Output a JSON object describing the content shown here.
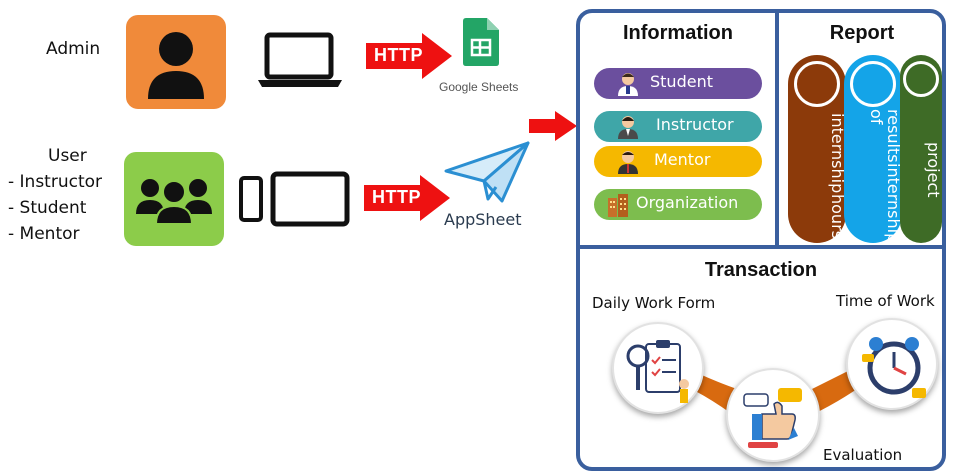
{
  "admin": {
    "label": "Admin"
  },
  "user": {
    "lines": [
      "User",
      "- Instructor",
      "- Student",
      "- Mentor"
    ]
  },
  "arrows": {
    "http_top": "HTTP",
    "http_bottom": "HTTP"
  },
  "google_sheets": {
    "label": "Google Sheets"
  },
  "appsheet": {
    "label": "AppSheet"
  },
  "information": {
    "title": "Information",
    "items": [
      {
        "label": "Student",
        "color": "#6b4f9e"
      },
      {
        "label": "Instructor",
        "color": "#3fa6a8"
      },
      {
        "label": "Mentor",
        "color": "#f5b800"
      },
      {
        "label": "Organization",
        "color": "#7dbd4e"
      }
    ]
  },
  "report": {
    "title": "Report",
    "bars": [
      {
        "label": "internship hours",
        "lines": [
          "internship",
          "hours"
        ],
        "color": "#8c3a0a"
      },
      {
        "label": "results of internship",
        "lines": [
          "results of",
          "internship"
        ],
        "color": "#14a4e8"
      },
      {
        "label": "project",
        "lines": [
          "project"
        ],
        "color": "#3e6b26"
      }
    ]
  },
  "transaction": {
    "title": "Transaction",
    "daily_work_form": "Daily Work Form",
    "time_of_work": "Time of Work",
    "evaluation": "Evaluation"
  },
  "colors": {
    "admin_tile": "#f08a3a",
    "user_tile": "#8ccc4a",
    "arrow_red": "#ee1111",
    "panel_border": "#3a5f9e",
    "orange_path": "#d86a10"
  }
}
